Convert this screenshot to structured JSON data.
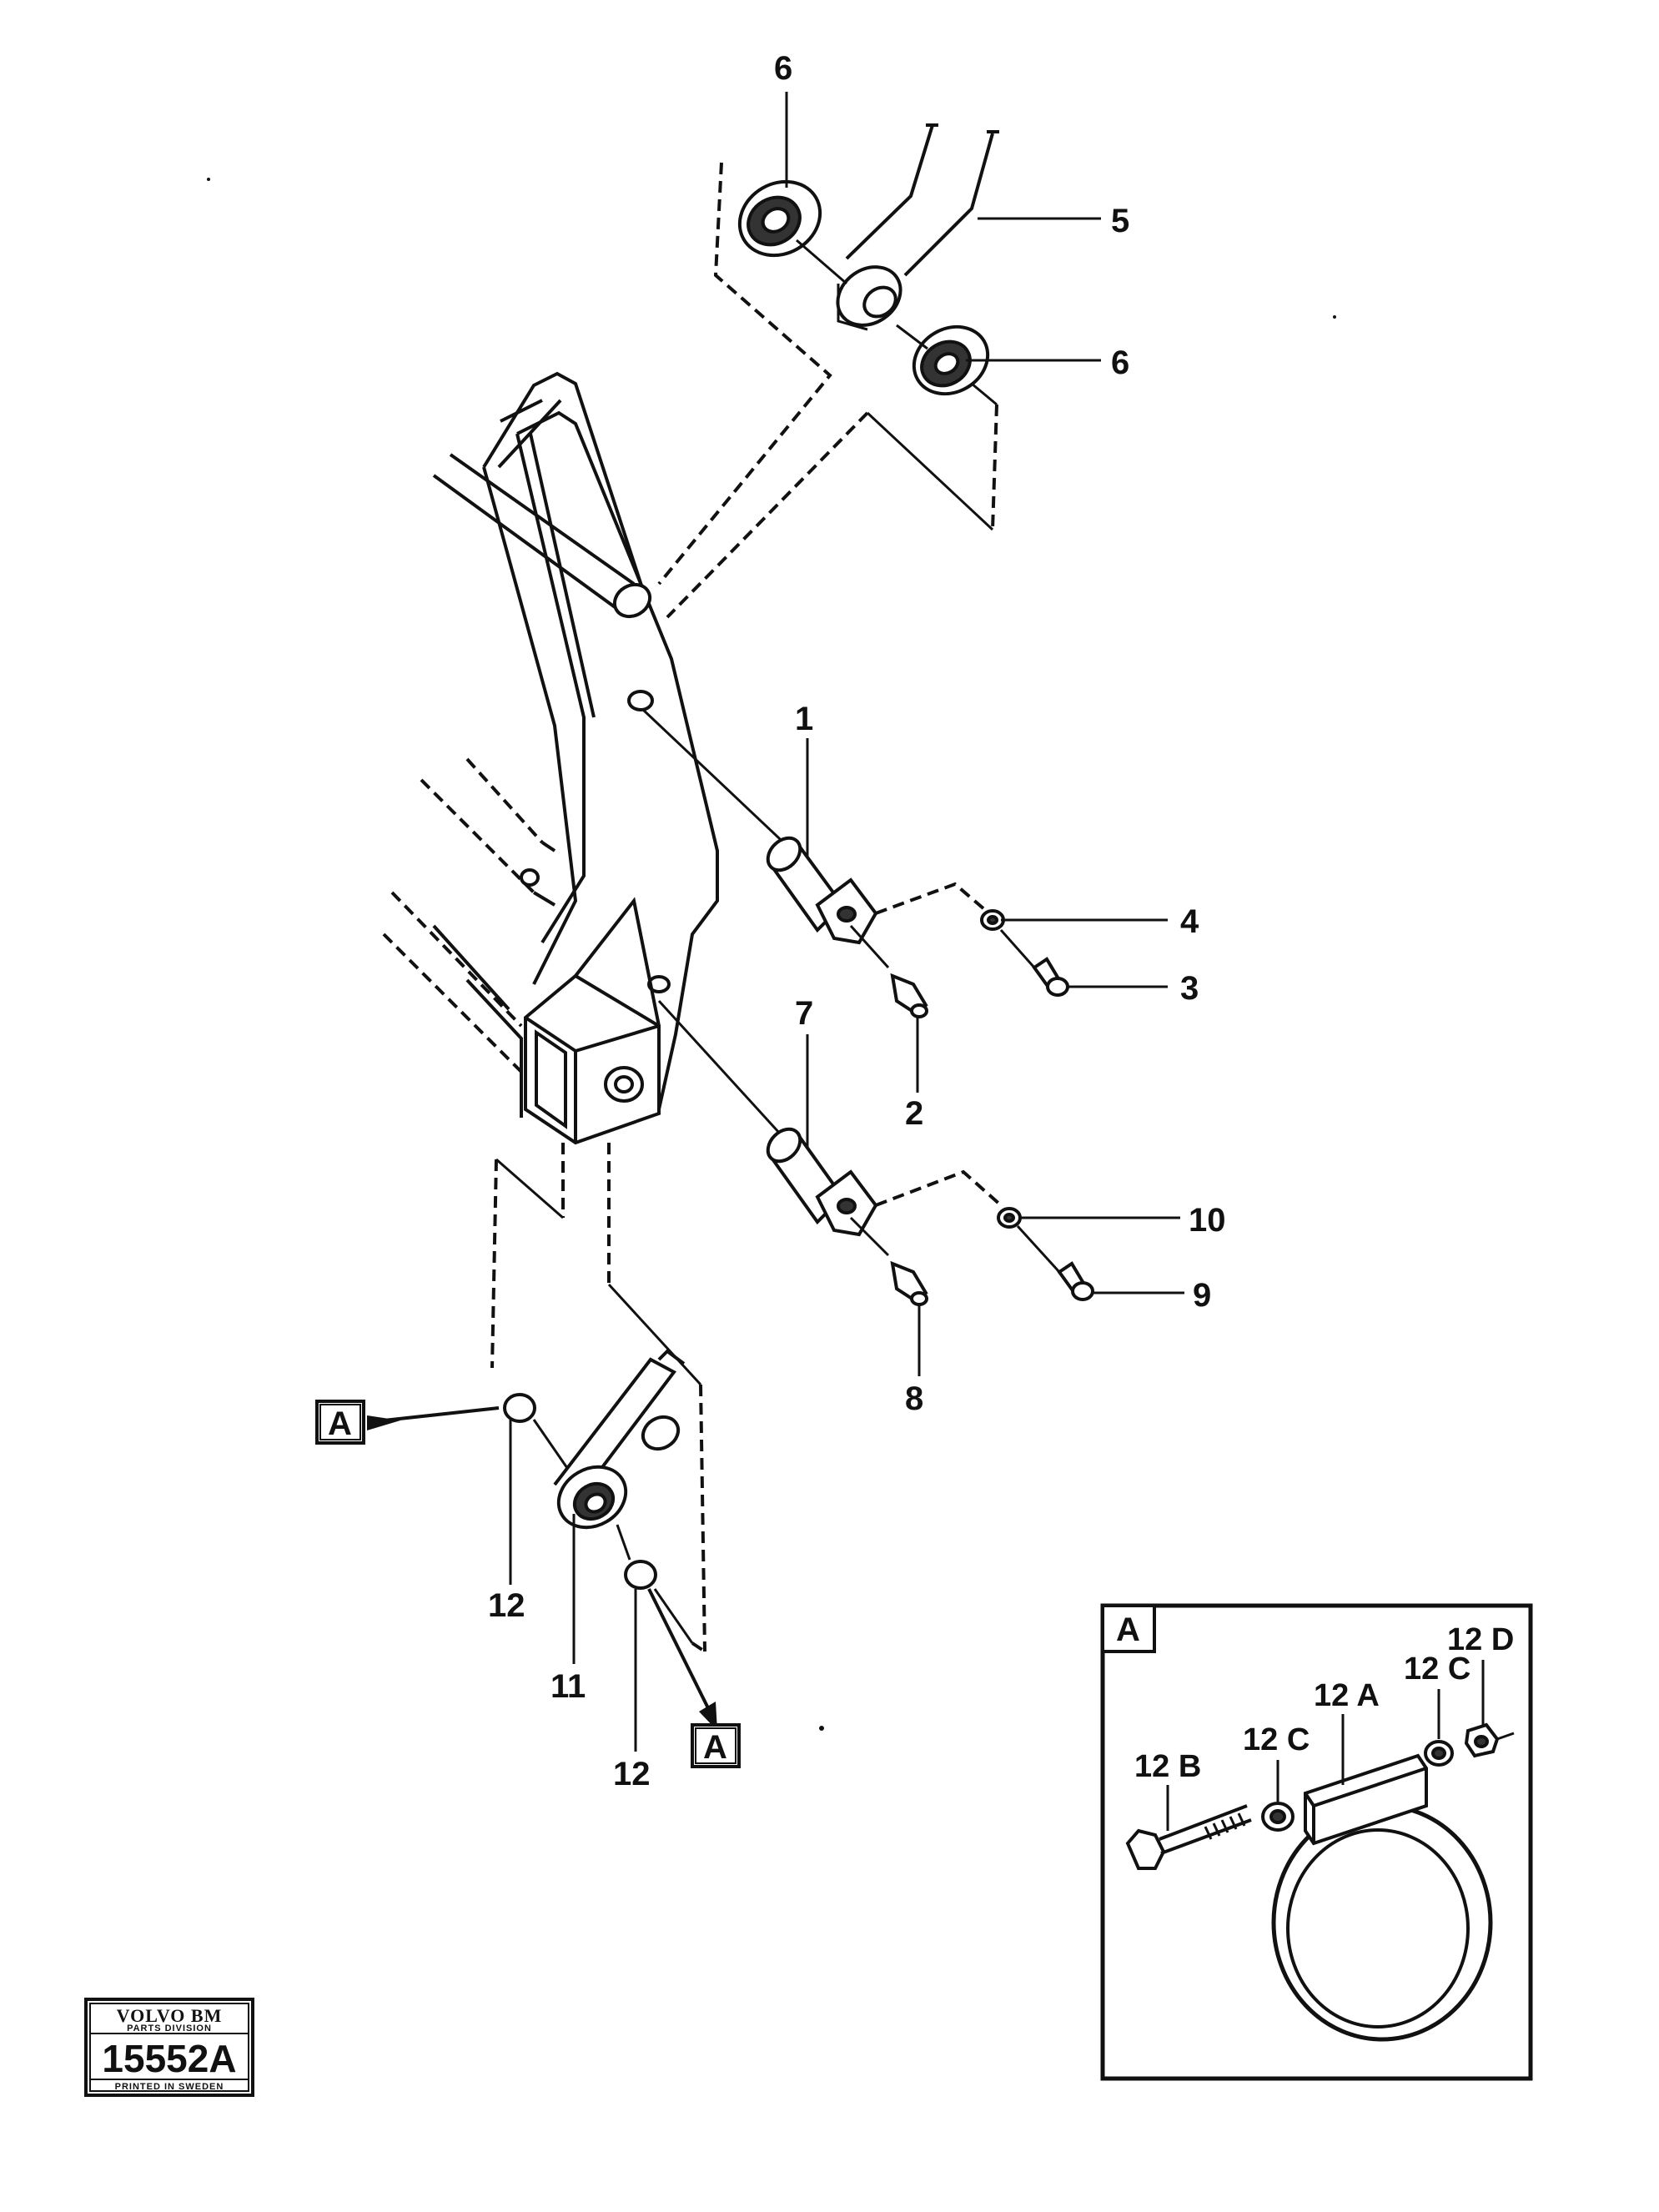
{
  "callouts": {
    "c1": "1",
    "c2": "2",
    "c3": "3",
    "c4": "4",
    "c5": "5",
    "c6a": "6",
    "c6b": "6",
    "c7": "7",
    "c8": "8",
    "c9": "9",
    "c10": "10",
    "c11": "11",
    "c12a": "12",
    "c12b": "12"
  },
  "refs": {
    "a_left": "A",
    "a_bottom": "A",
    "a_inset": "A"
  },
  "inset": {
    "c12a": "12 A",
    "c12b": "12 B",
    "c12c_left": "12 C",
    "c12c_right": "12 C",
    "c12d": "12 D"
  },
  "stamp": {
    "brand": "VOLVO BM",
    "division": "PARTS DIVISION",
    "number": "15552A",
    "footer": "PRINTED IN SWEDEN"
  }
}
